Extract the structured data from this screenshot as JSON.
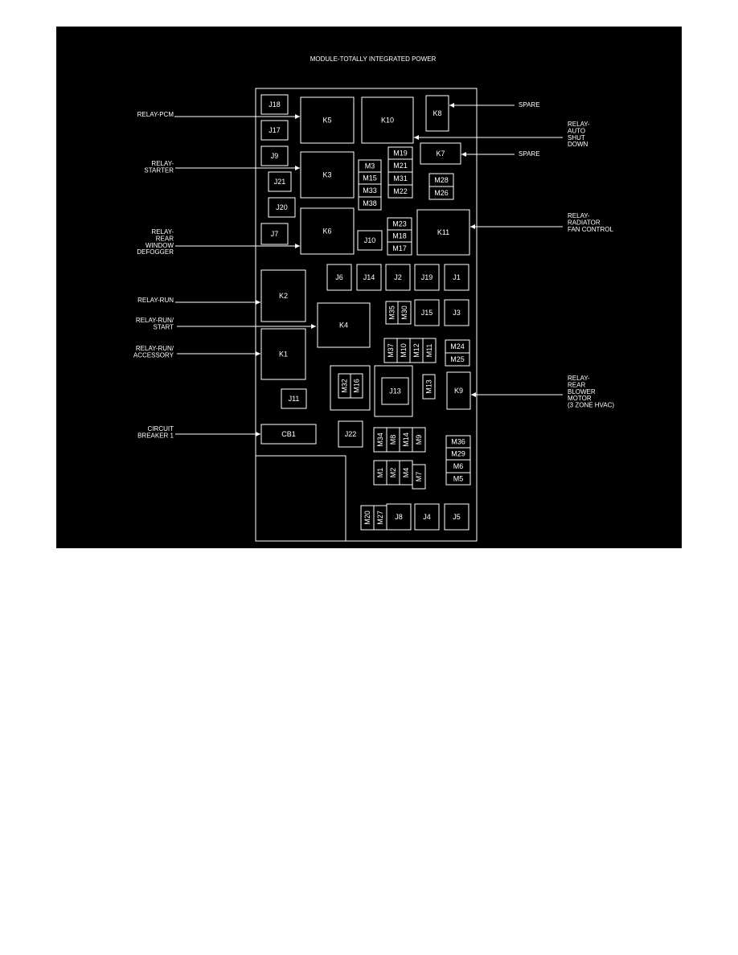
{
  "title": "MODULE-TOTALLY INTEGRATED POWER",
  "colors": {
    "background": "#000000",
    "lines": "#ffffff",
    "page": "#ffffff"
  },
  "components": {
    "J18": "J18",
    "J17": "J17",
    "J9": "J9",
    "J21": "J21",
    "J20": "J20",
    "J7": "J7",
    "K5": "K5",
    "K10": "K10",
    "K8": "K8",
    "K7": "K7",
    "K3": "K3",
    "K6": "K6",
    "K11": "K11",
    "M3": "M3",
    "M15": "M15",
    "M33": "M33",
    "M38": "M38",
    "M19": "M19",
    "M21": "M21",
    "M31": "M31",
    "M22": "M22",
    "M28": "M28",
    "M26": "M26",
    "M23": "M23",
    "M18": "M18",
    "M17": "M17",
    "J10": "J10",
    "J6": "J6",
    "J14": "J14",
    "J2": "J2",
    "J19": "J19",
    "J1": "J1",
    "K2": "K2",
    "K4": "K4",
    "K1": "K1",
    "M35": "M35",
    "M30": "M30",
    "J15": "J15",
    "J3": "J3",
    "M37": "M37",
    "M10": "M10",
    "M12": "M12",
    "M11": "M11",
    "M24": "M24",
    "M25": "M25",
    "M32": "M32",
    "M16": "M16",
    "J13": "J13",
    "M13": "M13",
    "K9": "K9",
    "J11": "J11",
    "CB1": "CB1",
    "J22": "J22",
    "M34": "M34",
    "M8": "M8",
    "M14": "M14",
    "M9": "M9",
    "M36": "M36",
    "M29": "M29",
    "M6": "M6",
    "M5": "M5",
    "M1": "M1",
    "M2": "M2",
    "M4": "M4",
    "M7": "M7",
    "M20": "M20",
    "M27": "M27",
    "J8": "J8",
    "J4": "J4",
    "J5": "J5"
  },
  "callouts": {
    "relay_pcm": [
      "RELAY-PCM"
    ],
    "relay_starter": [
      "RELAY-",
      "STARTER"
    ],
    "relay_rear_window": [
      "RELAY-",
      "REAR",
      "WINDOW",
      "DEFOGGER"
    ],
    "relay_run": [
      "RELAY-RUN"
    ],
    "relay_run_start": [
      "RELAY-RUN/",
      "START"
    ],
    "relay_run_accessory": [
      "RELAY-RUN/",
      "ACCESSORY"
    ],
    "circuit_breaker": [
      "CIRCUIT",
      "BREAKER 1"
    ],
    "spare_1": [
      "SPARE"
    ],
    "spare_2": [
      "SPARE"
    ],
    "relay_asd": [
      "RELAY-",
      "AUTO",
      "SHUT",
      "DOWN"
    ],
    "relay_radiator": [
      "RELAY-",
      "RADIATOR",
      "FAN CONTROL"
    ],
    "relay_rear_blower": [
      "RELAY-",
      "REAR",
      "BLOWER",
      "MOTOR",
      "(3 ZONE HVAC)"
    ]
  }
}
